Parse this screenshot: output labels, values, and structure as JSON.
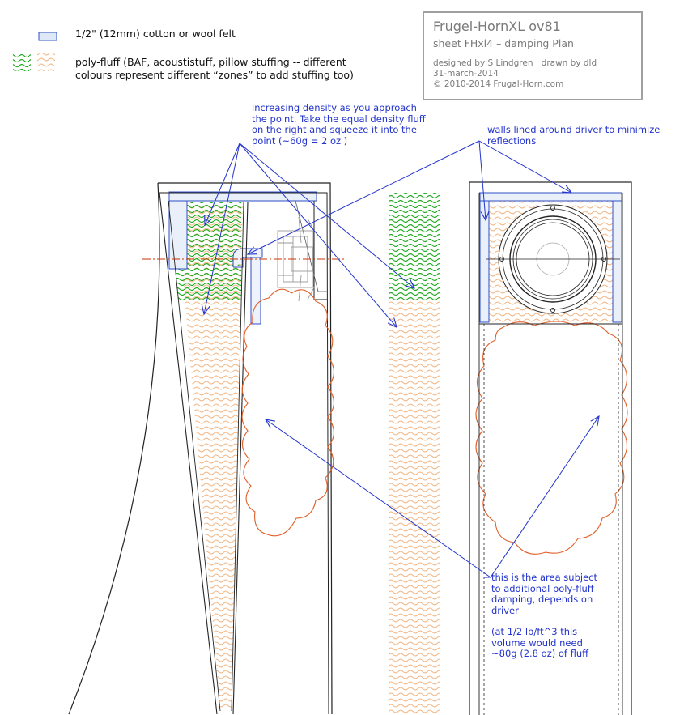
{
  "title_block": {
    "title": "Frugel-HornXL ov81",
    "sheet": "sheet FHxl4 – damping Plan",
    "designer": "designed by S Lindgren | drawn by dld",
    "date": "31-march-2014",
    "copyright": "© 2010-2014 Frugal-Horn.com"
  },
  "legend": {
    "felt": "1/2\" (12mm) cotton or wool felt",
    "fluff_line1": "poly-fluff (BAF, acoustistuff, pillow stuffing -- different",
    "fluff_line2": "colours represent different “zones” to add stuffing too)"
  },
  "notes": {
    "density": [
      "increasing density as you approach",
      "the point. Take the equal density fluff",
      "on the right and squeeze it into the",
      "point (~60g = 2 oz )"
    ],
    "walls": [
      "walls lined around driver to minimize",
      "reflections"
    ],
    "area": [
      "this is the area subject",
      "to additional poly-fluff",
      "damping, depends on",
      "driver"
    ],
    "volume": [
      "(at 1/2 lb/ft^3 this",
      "volume would need",
      "~80g (2.8 oz) of fluff"
    ]
  },
  "colors": {
    "outline": "#222222",
    "felt": "#2e4fc7",
    "fluff_green": "#22aa22",
    "fluff_orange": "#f2b480",
    "cloud": "#e0602a",
    "annotation": "#2233cc",
    "centerline": "#cc3300"
  }
}
